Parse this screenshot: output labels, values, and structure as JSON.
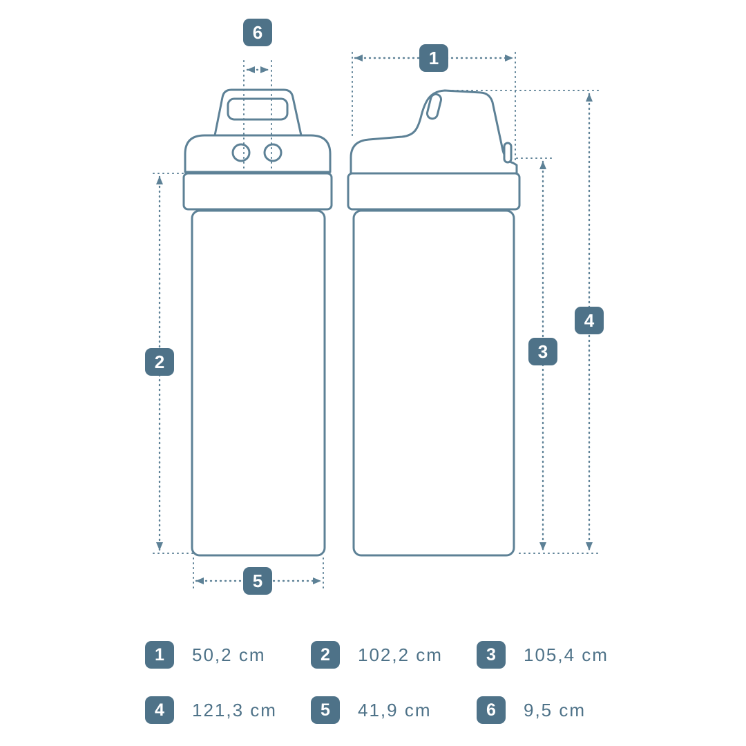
{
  "colors": {
    "line": "#5d8196",
    "badge": "#4e7288",
    "text": "#4e7288",
    "background": "#ffffff"
  },
  "badges": [
    "1",
    "2",
    "3",
    "4",
    "5",
    "6"
  ],
  "legend": {
    "items": [
      {
        "id": "1",
        "value": "50,2 cm"
      },
      {
        "id": "2",
        "value": "102,2 cm"
      },
      {
        "id": "3",
        "value": "105,4 cm"
      },
      {
        "id": "4",
        "value": "121,3 cm"
      },
      {
        "id": "5",
        "value": "41,9 cm"
      },
      {
        "id": "6",
        "value": "9,5 cm"
      }
    ]
  }
}
